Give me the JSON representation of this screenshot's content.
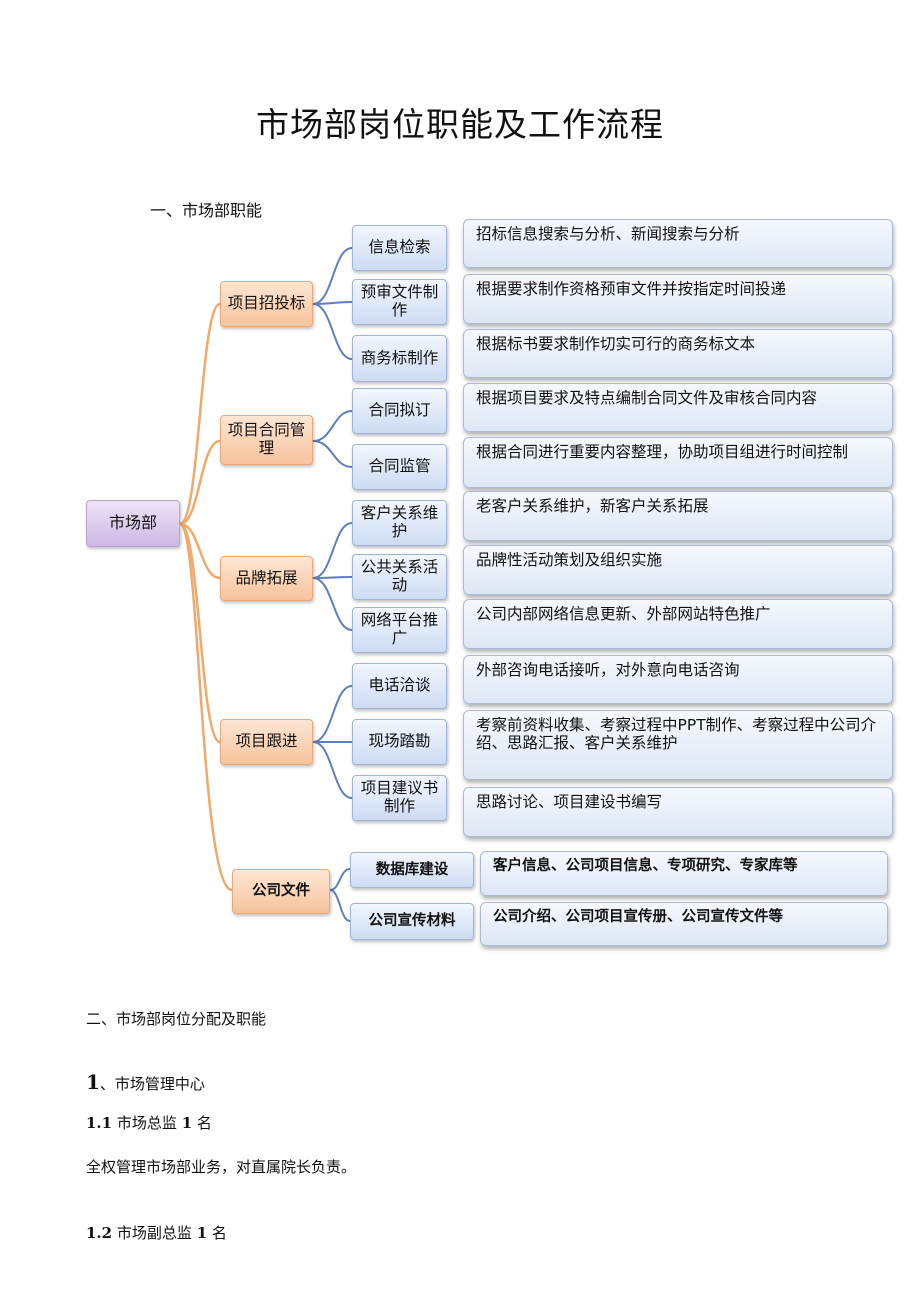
{
  "title": "市场部岗位职能及工作流程",
  "section1_heading": "一、市场部职能",
  "tree": {
    "root": "市场部",
    "groups": [
      {
        "label": "项目招投标",
        "items": [
          {
            "label": "信息检索",
            "desc": "招标信息搜索与分析、新闻搜索与分析"
          },
          {
            "label": "预审文件制作",
            "desc": "根据要求制作资格预审文件并按指定时间投递"
          },
          {
            "label": "商务标制作",
            "desc": "根据标书要求制作切实可行的商务标文本"
          }
        ]
      },
      {
        "label": "项目合同管理",
        "items": [
          {
            "label": "合同拟订",
            "desc": "根据项目要求及特点编制合同文件及审核合同内容"
          },
          {
            "label": "合同监管",
            "desc": "根据合同进行重要内容整理，协助项目组进行时间控制"
          }
        ]
      },
      {
        "label": "品牌拓展",
        "items": [
          {
            "label": "客户关系维护",
            "desc": "老客户关系维护，新客户关系拓展"
          },
          {
            "label": "公共关系活动",
            "desc": "品牌性活动策划及组织实施"
          },
          {
            "label": "网络平台推广",
            "desc": "公司内部网络信息更新、外部网站特色推广"
          }
        ]
      },
      {
        "label": "项目跟进",
        "items": [
          {
            "label": "电话洽谈",
            "desc": "外部咨询电话接听，对外意向电话咨询"
          },
          {
            "label": "现场踏勘",
            "desc": "考察前资料收集、考察过程中PPT制作、考察过程中公司介绍、思路汇报、客户关系维护"
          },
          {
            "label": "项目建议书制作",
            "desc": "思路讨论、项目建设书编写"
          }
        ]
      },
      {
        "label": "公司文件",
        "items": [
          {
            "label": "数据库建设",
            "desc": "客户信息、公司项目信息、专项研究、专家库等"
          },
          {
            "label": "公司宣传材料",
            "desc": "公司介绍、公司项目宣传册、公司宣传文件等"
          }
        ]
      }
    ]
  },
  "section2_heading": "二、市场部岗位分配及职能",
  "sub1": {
    "num": "1",
    "text": "、市场管理中心"
  },
  "item_1_1": {
    "num": "1.1",
    "text": "市场总监",
    "count": "1",
    "unit": "名"
  },
  "item_1_1_desc": "全权管理市场部业务，对直属院长负责。",
  "item_1_2": {
    "num": "1.2",
    "text": "市场副总监",
    "count": "1",
    "unit": "名"
  }
}
